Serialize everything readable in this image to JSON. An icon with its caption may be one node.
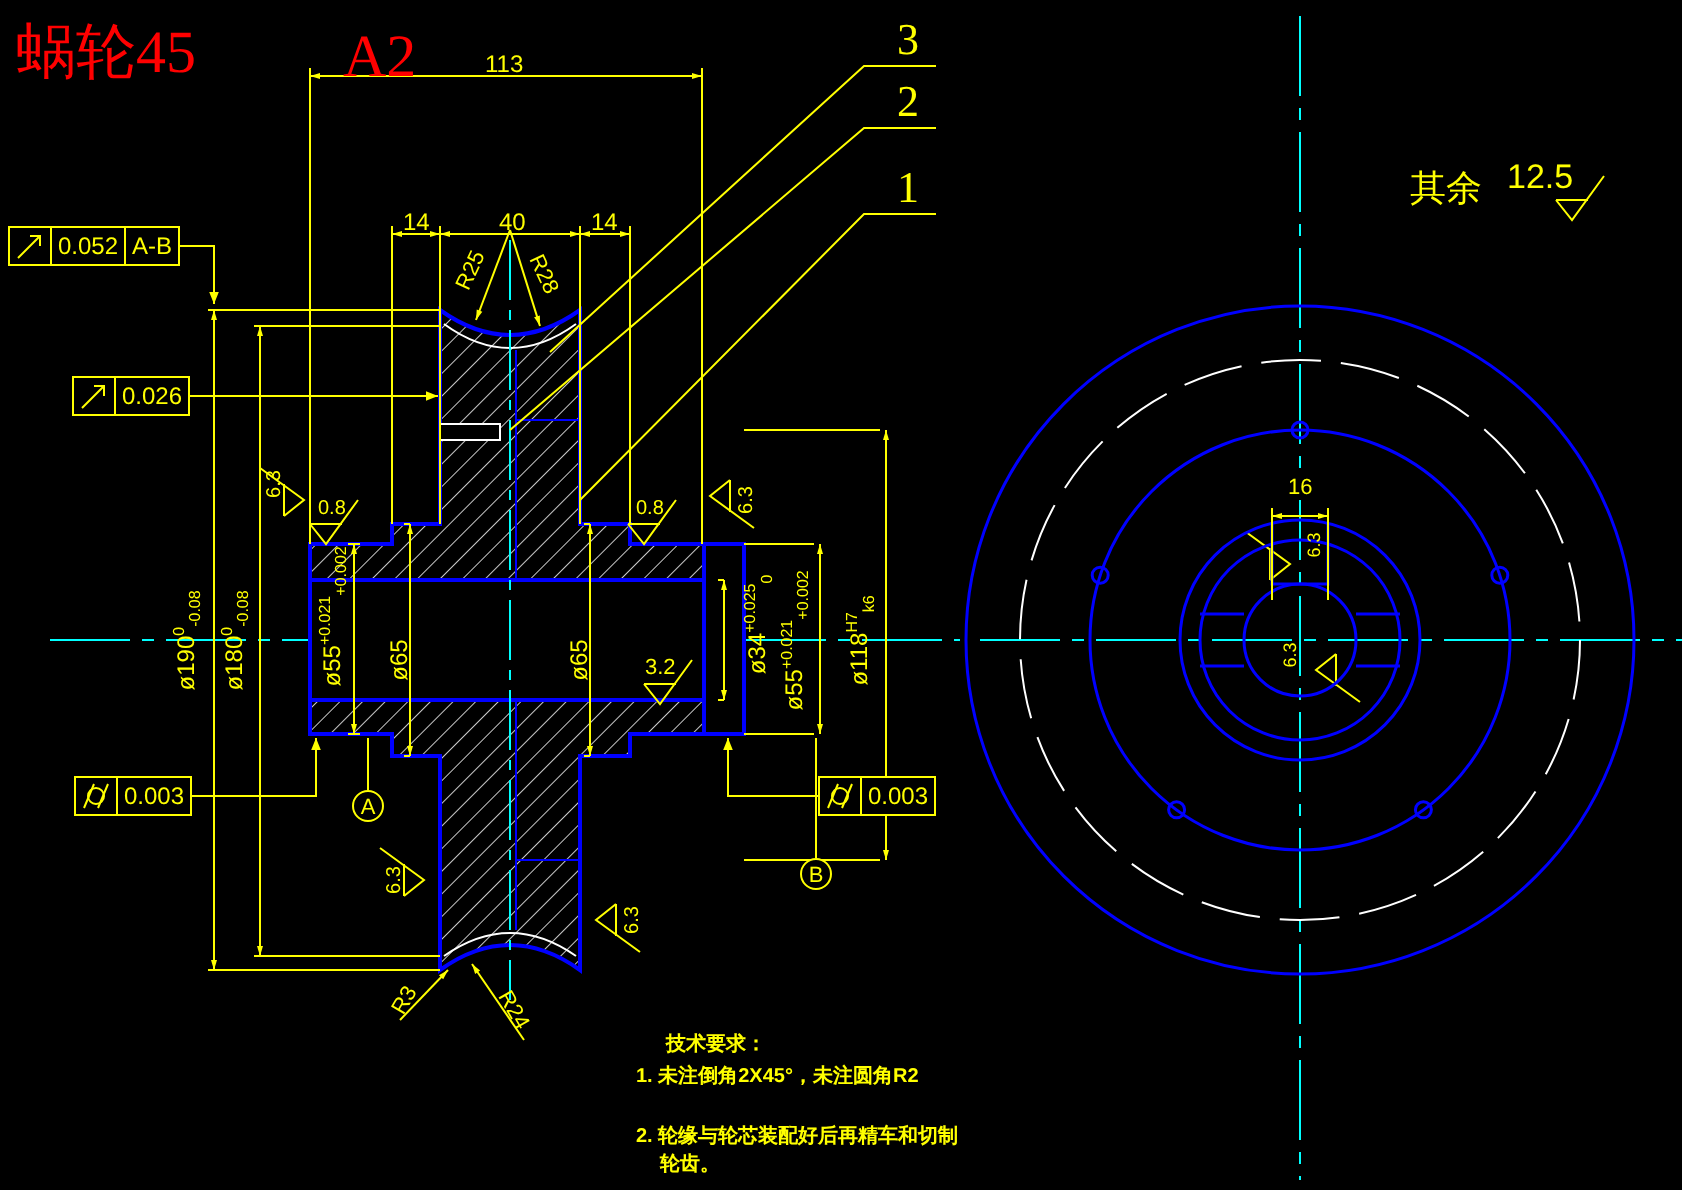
{
  "diagram": {
    "title": "蜗轮45",
    "nodes": [
      {
        "text": [
          "3"
        ]
      },
      {
        "text": [
          "2"
        ]
      },
      {
        "text": [
          "1"
        ]
      },
      {
        "text": [
          "0.052",
          "A-B"
        ]
      },
      {
        "text": [
          "0.026"
        ]
      },
      {
        "text": [
          "0.003"
        ]
      },
      {
        "text": [
          "0.003"
        ]
      },
      {
        "text": [
          "A"
        ]
      },
      {
        "text": [
          "B"
        ]
      }
    ],
    "edges": [
      {
        "from": 0,
        "to": null,
        "arrow": "none"
      },
      {
        "from": 1,
        "to": null,
        "arrow": "none"
      },
      {
        "from": 2,
        "to": null,
        "arrow": "none"
      },
      {
        "from": 3,
        "to": null,
        "arrow": "to"
      },
      {
        "from": 4,
        "to": null,
        "arrow": "to"
      },
      {
        "from": 5,
        "to": null,
        "arrow": "to"
      },
      {
        "from": 6,
        "to": null,
        "arrow": "to"
      },
      {
        "from": 7,
        "to": null,
        "arrow": "none"
      },
      {
        "from": 8,
        "to": null,
        "arrow": "none"
      }
    ],
    "labels": [
      "A2",
      "113",
      "14",
      "40",
      "14",
      "R25",
      "R28",
      "6.3",
      "0.8",
      "0.8",
      "6.3",
      "ø190$^{0}$$_{-0.08}$",
      "ø180$^{0}$$_{-0.08}$",
      "ø55$^{+0.021}$$_{+0.002}$",
      "ø65",
      "ø65",
      "3.2",
      "ø34$^{+0.025}$$_{0}$",
      "ø55$^{+0.021}$$_{+0.002}$",
      "ø118$^{H7}$$_{k6}$",
      "6.3",
      "6.3",
      "R3",
      "R24",
      "技术要求：",
      "1. 未注倒角2X45°，未注圆角R2",
      "2. 轮缘与轮芯装配好后再精车和切制轮齿。",
      "其余",
      "12.5",
      "16",
      "6.3",
      "6.3"
    ]
  }
}
